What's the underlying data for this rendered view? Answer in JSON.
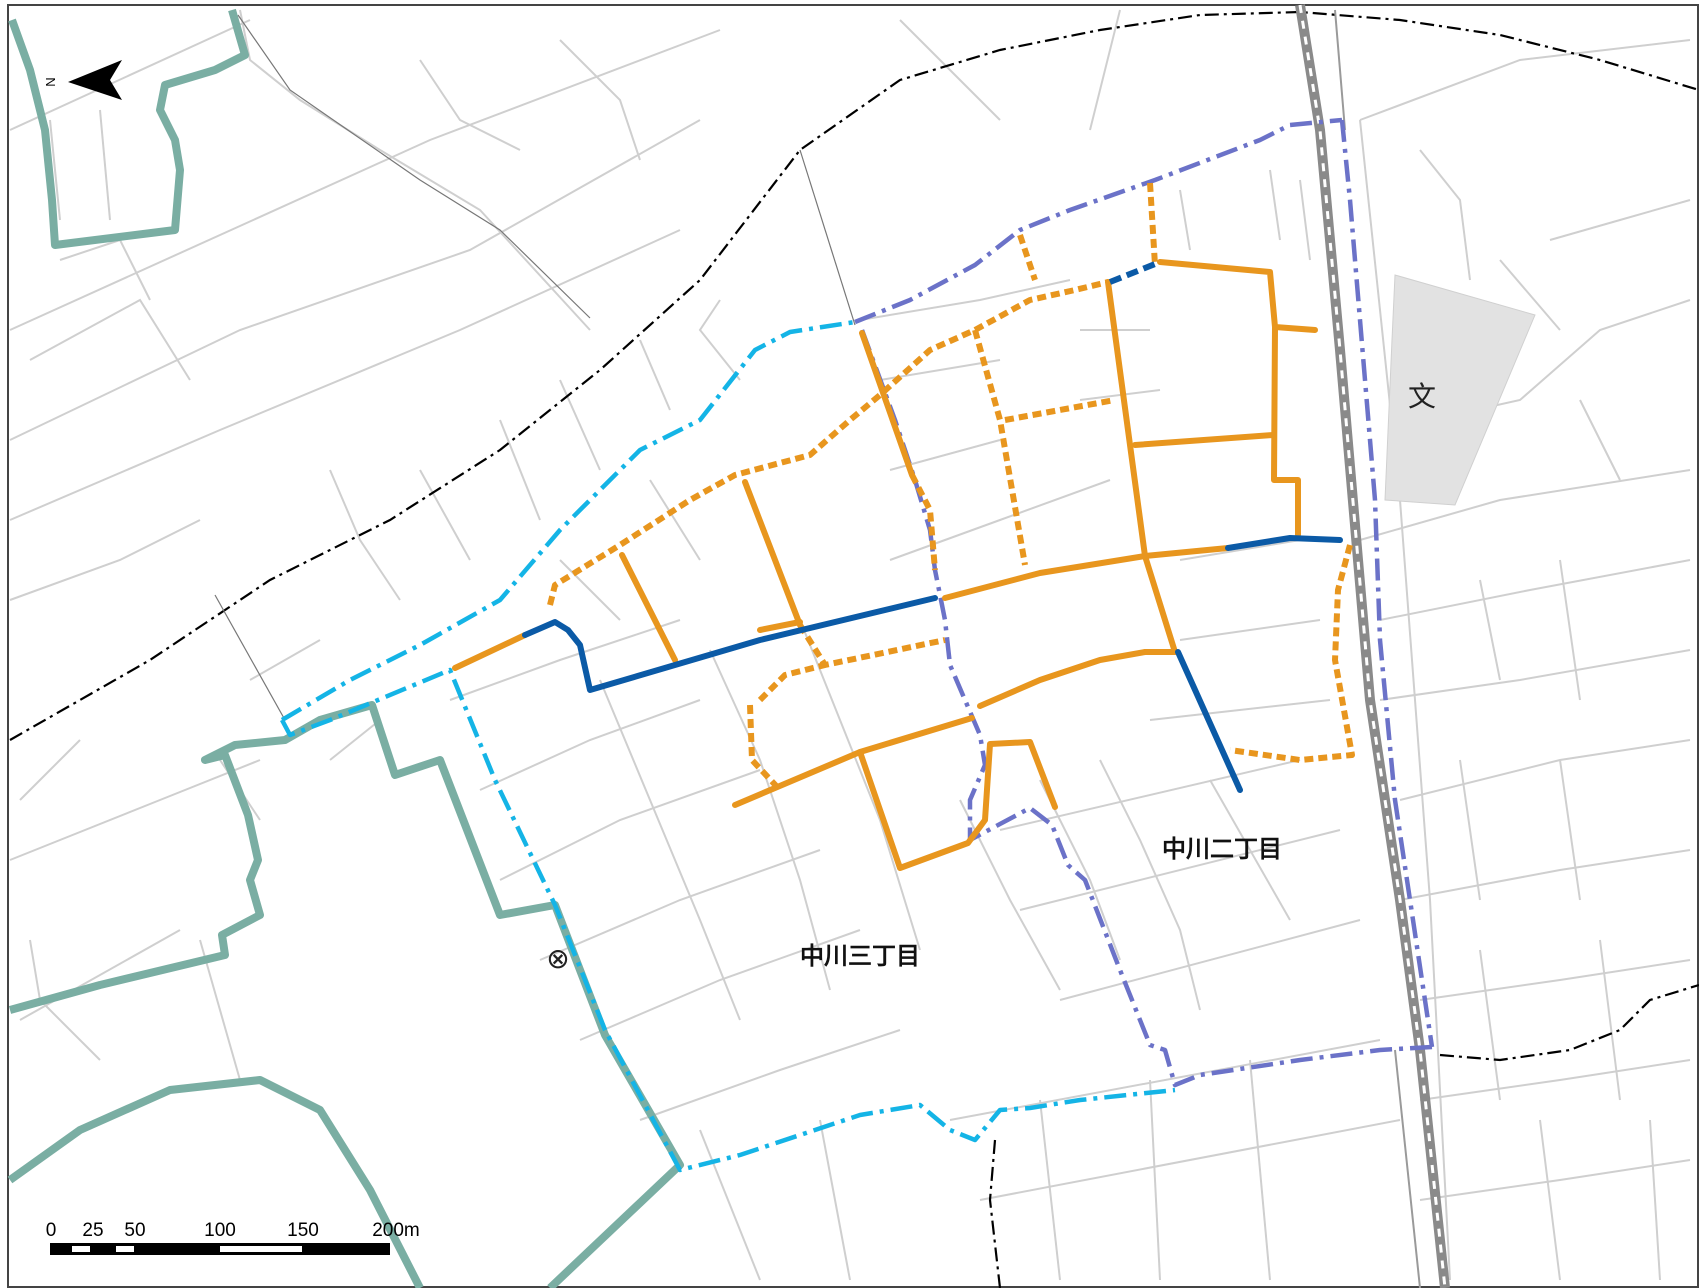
{
  "map": {
    "district_labels": {
      "nakagawa_3": "中川三丁目",
      "nakagawa_2": "中川二丁目"
    },
    "north_label": "N",
    "school_symbol": "文",
    "facility_symbol": "⊗",
    "scale_bar": {
      "ticks": [
        "0",
        "25",
        "50",
        "100",
        "150",
        "200m"
      ]
    },
    "colors": {
      "road_outline": "#c8c8c8",
      "orange_route": "#e8961e",
      "blue_route": "#0b5aa6",
      "cyan_boundary": "#14b4e6",
      "violet_boundary": "#6b72c8",
      "green_boundary": "#7aaea3",
      "railway": "#8a8a8a",
      "admin_boundary": "#000000",
      "school_block": "#e0e0e0"
    }
  }
}
